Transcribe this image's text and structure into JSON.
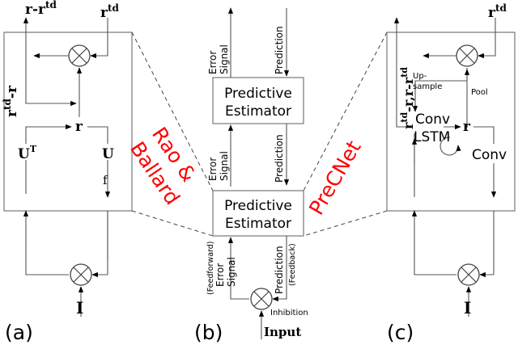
{
  "panel_a": {
    "top_left_label": "r-r",
    "top_left_sup": "td",
    "top_right_label": "r",
    "top_right_sup": "td",
    "side_label": "r",
    "side_sup": "td",
    "side_suffix": "-r",
    "center_r": "r",
    "ut_label": "U",
    "ut_sup": "T",
    "u_label": "U",
    "f_label": "f",
    "input_label": "I",
    "caption": "(a)"
  },
  "panel_b": {
    "top_error_line1": "Error",
    "top_error_line2": "Signal",
    "top_prediction": "Prediction",
    "upper_box_line1": "Predictive",
    "upper_box_line2": "Estimator",
    "mid_error_line1": "Error",
    "mid_error_line2": "Signal",
    "mid_prediction": "Prediction",
    "lower_box_line1": "Predictive",
    "lower_box_line2": "Estimator",
    "feedforward": "(Feedforward)",
    "bottom_error_line1": "Error",
    "bottom_error_line2": "Signal",
    "bottom_prediction": "Prediction",
    "feedback": "(Feedback)",
    "inhibition": "Inhibition",
    "input": "Input",
    "caption": "(b)"
  },
  "overlay": {
    "rao_line1": "Rao &",
    "rao_line2": "Ballard",
    "precnet": "PreCNet",
    "color": "#ff0000"
  },
  "panel_c": {
    "top_right_label": "r",
    "top_right_sup": "td",
    "side_label": "r",
    "side_sup": "td",
    "side_mid": "-r,r-r",
    "side_sup2": "td",
    "upsample_line1": "Up-",
    "upsample_line2": "sample",
    "pool": "Pool",
    "conv_lstm_line1": "Conv",
    "conv_lstm_line2": "LSTM",
    "r_label": "r",
    "conv": "Conv",
    "input_label": "I",
    "caption": "(c)"
  }
}
